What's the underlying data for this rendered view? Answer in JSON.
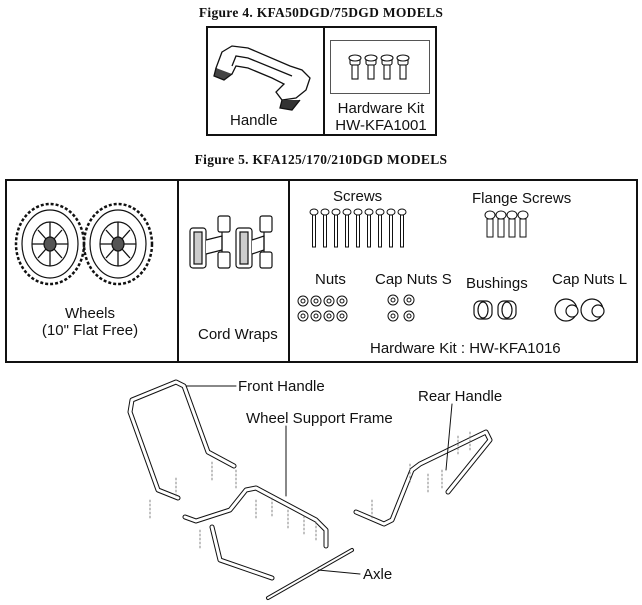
{
  "figure4": {
    "title": "Figure 4. KFA50DGD/75DGD MODELS",
    "handle_label": "Handle",
    "kit_label_line1": "Hardware Kit",
    "kit_label_line2": "HW-KFA1001"
  },
  "figure5": {
    "title": "Figure 5. KFA125/170/210DGD MODELS",
    "wheels_line1": "Wheels",
    "wheels_line2": "(10\" Flat Free)",
    "cord_wraps": "Cord Wraps",
    "screws": "Screws",
    "flange_screws": "Flange Screws",
    "nuts": "Nuts",
    "cap_nuts_s": "Cap Nuts S",
    "bushings": "Bushings",
    "cap_nuts_l": "Cap Nuts L",
    "hardware_kit": "Hardware Kit : HW-KFA1016"
  },
  "frame": {
    "front_handle": "Front Handle",
    "wheel_support_frame": "Wheel Support Frame",
    "rear_handle": "Rear Handle",
    "axle": "Axle"
  }
}
